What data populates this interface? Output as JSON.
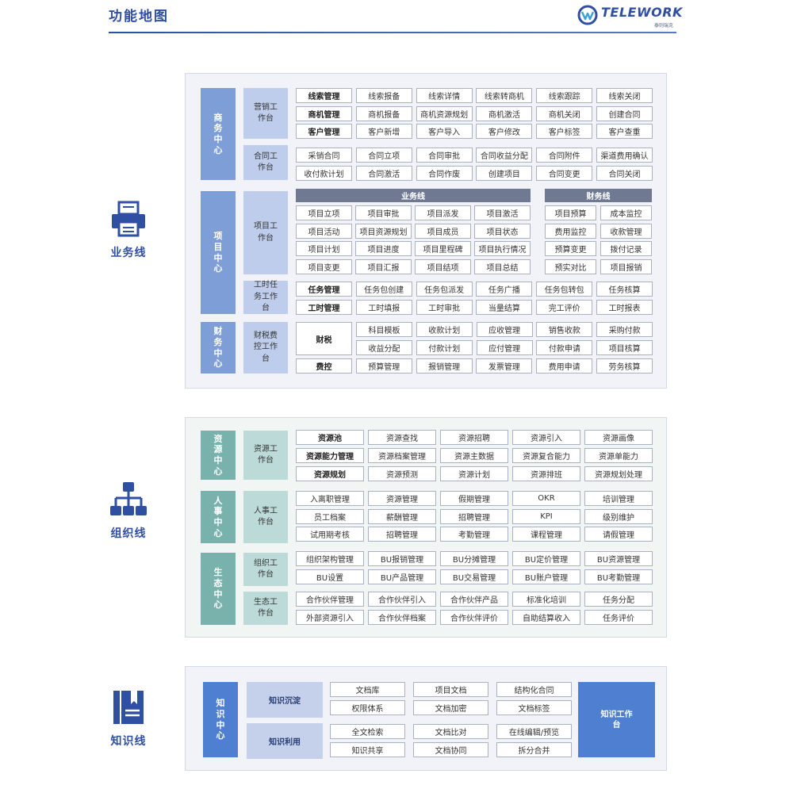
{
  "header": {
    "title": "功能地图",
    "logo_text": "TELEWORK",
    "logo_sub": "泰则瑞克"
  },
  "lines": {
    "business": "业务线",
    "org": "组织线",
    "knowledge": "知识线"
  },
  "colors": {
    "brand": "#2f4fa3",
    "biz_center": "#7d9ed6",
    "biz_sub": "#bfcdec",
    "org_center": "#79b1ac",
    "org_sub": "#bcdad7",
    "kn_center": "#4f7fd0"
  },
  "biz": {
    "centers": {
      "commerce": "商务中心",
      "project": "项目中心",
      "finance": "财务中心"
    },
    "subs": {
      "marketing": "营销工作台",
      "contract": "合同工作台",
      "project": "项目工作台",
      "task": "工时任务工作台",
      "fin": "财税费控工作台"
    },
    "marketing": [
      [
        "线索管理",
        "线索报备",
        "线索详情",
        "线索转商机",
        "线索跟踪",
        "线索关闭"
      ],
      [
        "商机管理",
        "商机报备",
        "商机资源规划",
        "商机激活",
        "商机关闭",
        "创建合同"
      ],
      [
        "客户管理",
        "客户新增",
        "客户导入",
        "客户修改",
        "客户标签",
        "客户查重"
      ]
    ],
    "contract": [
      [
        "采销合同",
        "合同立项",
        "合同审批",
        "合同收益分配",
        "合同附件",
        "渠道费用确认"
      ],
      [
        "收付款计划",
        "合同激活",
        "合同作废",
        "创建项目",
        "合同变更",
        "合同关闭"
      ]
    ],
    "band_biz": "业务线",
    "band_fin": "财务线",
    "project_biz": [
      [
        "项目立项",
        "项目审批",
        "项目派发",
        "项目激活"
      ],
      [
        "项目活动",
        "项目资源规划",
        "项目成员",
        "项目状态"
      ],
      [
        "项目计划",
        "项目进度",
        "项目里程碑",
        "项目执行情况"
      ],
      [
        "项目变更",
        "项目汇报",
        "项目结项",
        "项目总结"
      ]
    ],
    "project_fin": [
      [
        "项目预算",
        "成本监控"
      ],
      [
        "费用监控",
        "收款管理"
      ],
      [
        "预算变更",
        "拨付记录"
      ],
      [
        "预实对比",
        "项目报销"
      ]
    ],
    "task": [
      [
        "任务管理",
        "任务包创建",
        "任务包派发",
        "任务广播",
        "任务包转包",
        "任务核算"
      ],
      [
        "工时管理",
        "工时填报",
        "工时审批",
        "当量结算",
        "完工评价",
        "工时报表"
      ]
    ],
    "fin_tax": "财税",
    "fin_tax_items": [
      [
        "科目模板",
        "收款计划",
        "应收管理",
        "销售收款",
        "采购付款"
      ],
      [
        "收益分配",
        "付款计划",
        "应付管理",
        "付款申请",
        "项目核算"
      ]
    ],
    "fin_ctrl": [
      "费控",
      "预算管理",
      "报销管理",
      "发票管理",
      "费用申请",
      "劳务核算"
    ]
  },
  "org": {
    "centers": {
      "resource": "资源中心",
      "hr": "人事中心",
      "eco": "生态中心"
    },
    "subs": {
      "resource": "资源工作台",
      "hr": "人事工作台",
      "orgw": "组织工作台",
      "eco": "生态工作台"
    },
    "resource": [
      [
        "资源池",
        "资源查找",
        "资源招聘",
        "资源引入",
        "资源画像"
      ],
      [
        "资源能力管理",
        "资源档案管理",
        "资源主数据",
        "资源复合能力",
        "资源单能力"
      ],
      [
        "资源规划",
        "资源预测",
        "资源计划",
        "资源排班",
        "资源规划处理"
      ]
    ],
    "hr": [
      [
        "入离职管理",
        "资源管理",
        "假期管理",
        "OKR",
        "培训管理"
      ],
      [
        "员工档案",
        "薪酬管理",
        "招聘管理",
        "KPI",
        "级别维护"
      ],
      [
        "试用期考核",
        "招聘管理",
        "考勤管理",
        "课程管理",
        "请假管理"
      ]
    ],
    "orgw": [
      [
        "组织架构管理",
        "BU报销管理",
        "BU分摊管理",
        "BU定价管理",
        "BU资源管理"
      ],
      [
        "BU设置",
        "BU产品管理",
        "BU交易管理",
        "BU账户管理",
        "BU考勤管理"
      ]
    ],
    "eco": [
      [
        "合作伙伴管理",
        "合作伙伴引入",
        "合作伙伴产品",
        "标准化培训",
        "任务分配"
      ],
      [
        "外部资源引入",
        "合作伙伴档案",
        "合作伙伴评价",
        "自助结算收入",
        "任务评价"
      ]
    ]
  },
  "kn": {
    "center": "知识中心",
    "subs": [
      "知识沉淀",
      "知识利用"
    ],
    "deposit": [
      [
        "文档库",
        "项目文档",
        "结构化合同"
      ],
      [
        "权限体系",
        "文档加密",
        "文档标签"
      ]
    ],
    "use": [
      [
        "全文检索",
        "文档比对",
        "在线编辑/预览"
      ],
      [
        "知识共享",
        "文档协同",
        "拆分合并"
      ]
    ],
    "workbench": "知识工作台"
  }
}
